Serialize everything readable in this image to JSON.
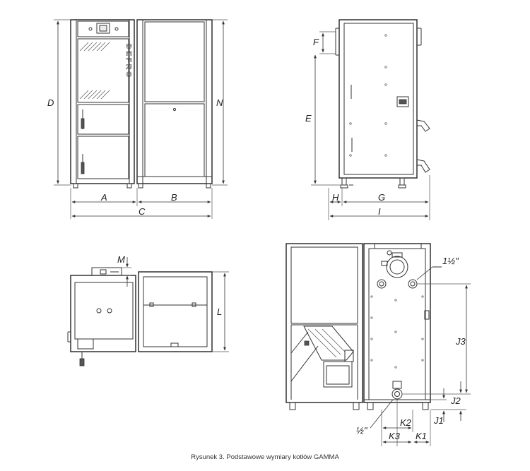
{
  "caption": "Rysunek 3. Podstawowe wymiary kotłów GAMMA",
  "logo_text": "DEFRO",
  "labels": {
    "A": "A",
    "B": "B",
    "C": "C",
    "D": "D",
    "N": "N",
    "E": "E",
    "F": "F",
    "G": "G",
    "H": "H",
    "I": "I",
    "M": "M",
    "L": "L",
    "J1": "J1",
    "J2": "J2",
    "J3": "J3",
    "K1": "K1",
    "K2": "K2",
    "K3": "K3",
    "pipe_large": "1½\"",
    "pipe_small": "½\""
  }
}
